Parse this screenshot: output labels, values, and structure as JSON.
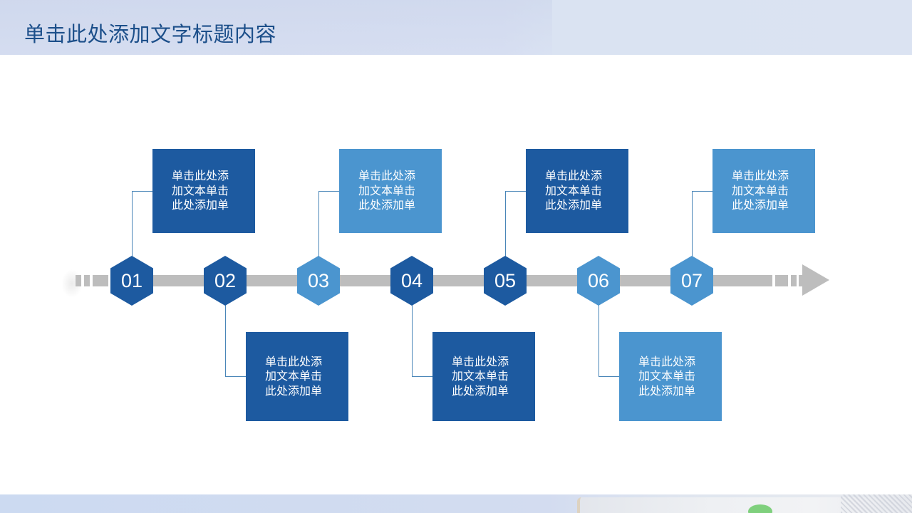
{
  "header": {
    "title": "单击此处添加文字标题内容"
  },
  "colors": {
    "dark_blue": "#1d5aa0",
    "light_blue": "#4b95cf",
    "axis_gray": "#bdbdbd",
    "title_color": "#1c4f8a",
    "connector": "#4a86b8"
  },
  "timeline": {
    "steps": [
      {
        "number": "01",
        "shade": "dark",
        "position": "top",
        "text": "单击此处添加文本单击此处添加单"
      },
      {
        "number": "02",
        "shade": "dark",
        "position": "bottom",
        "text": "单击此处添加文本单击此处添加单"
      },
      {
        "number": "03",
        "shade": "light",
        "position": "top",
        "text": "单击此处添加文本单击此处添加单"
      },
      {
        "number": "04",
        "shade": "dark",
        "position": "bottom",
        "text": "单击此处添加文本单击此处添加单"
      },
      {
        "number": "05",
        "shade": "dark",
        "position": "top",
        "text": "单击此处添加文本单击此处添加单"
      },
      {
        "number": "06",
        "shade": "light",
        "position": "bottom",
        "text": "单击此处添加文本单击此处添加单"
      },
      {
        "number": "07",
        "shade": "light",
        "position": "top",
        "text": "单击此处添加文本单击此处添加单"
      }
    ]
  }
}
